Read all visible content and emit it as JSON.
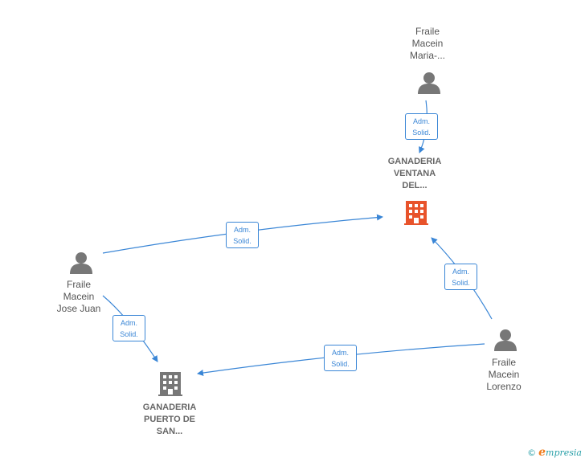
{
  "nodes": {
    "maria": {
      "lines": [
        "Fraile",
        "Macein",
        "Maria-..."
      ]
    },
    "jose": {
      "lines": [
        "Fraile",
        "Macein",
        "Jose Juan"
      ]
    },
    "lorenzo": {
      "lines": [
        "Fraile",
        "Macein",
        "Lorenzo"
      ]
    },
    "ventana": {
      "lines": [
        "GANADERIA",
        "VENTANA",
        "DEL..."
      ]
    },
    "puerto": {
      "lines": [
        "GANADERIA",
        "PUERTO DE",
        "SAN..."
      ]
    }
  },
  "edges": [
    {
      "id": "maria-ventana",
      "line1": "Adm.",
      "line2": "Solid."
    },
    {
      "id": "jose-ventana",
      "line1": "Adm.",
      "line2": "Solid."
    },
    {
      "id": "lorenzo-ventana",
      "line1": "Adm.",
      "line2": "Solid."
    },
    {
      "id": "jose-puerto",
      "line1": "Adm.",
      "line2": "Solid."
    },
    {
      "id": "lorenzo-puerto",
      "line1": "Adm.",
      "line2": "Solid."
    }
  ],
  "colors": {
    "person_icon": "#777777",
    "company_highlight": "#e8532b",
    "company_default": "#777777",
    "edge": "#3a86d6"
  },
  "watermark": {
    "copyright": "©",
    "brand_first": "e",
    "brand_rest": "mpresia"
  }
}
